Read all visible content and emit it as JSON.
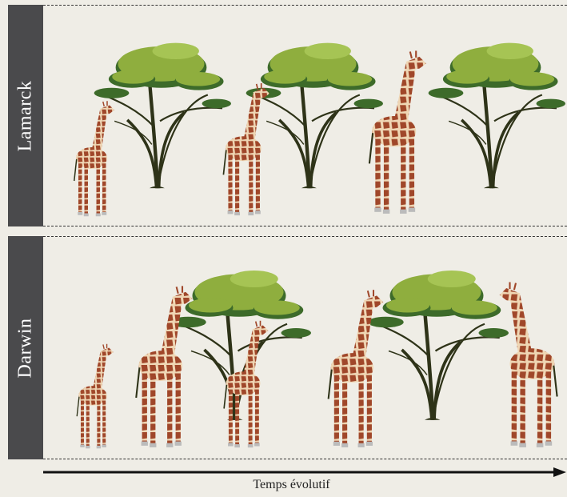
{
  "panels": {
    "lamarck": {
      "label": "Lamarck"
    },
    "darwin": {
      "label": "Darwin"
    }
  },
  "axis": {
    "label": "Temps évolutif"
  },
  "icons": {
    "tree": "acacia-tree-icon",
    "giraffe": "giraffe-icon"
  },
  "colors": {
    "background": "#efede6",
    "side_label": "#4a4a4c",
    "foliage": "#8fae3e",
    "foliage_dark": "#3d6b2a",
    "trunk": "#2e3318",
    "giraffe_base": "#efd6b4",
    "giraffe_patch": "#a0472a"
  }
}
